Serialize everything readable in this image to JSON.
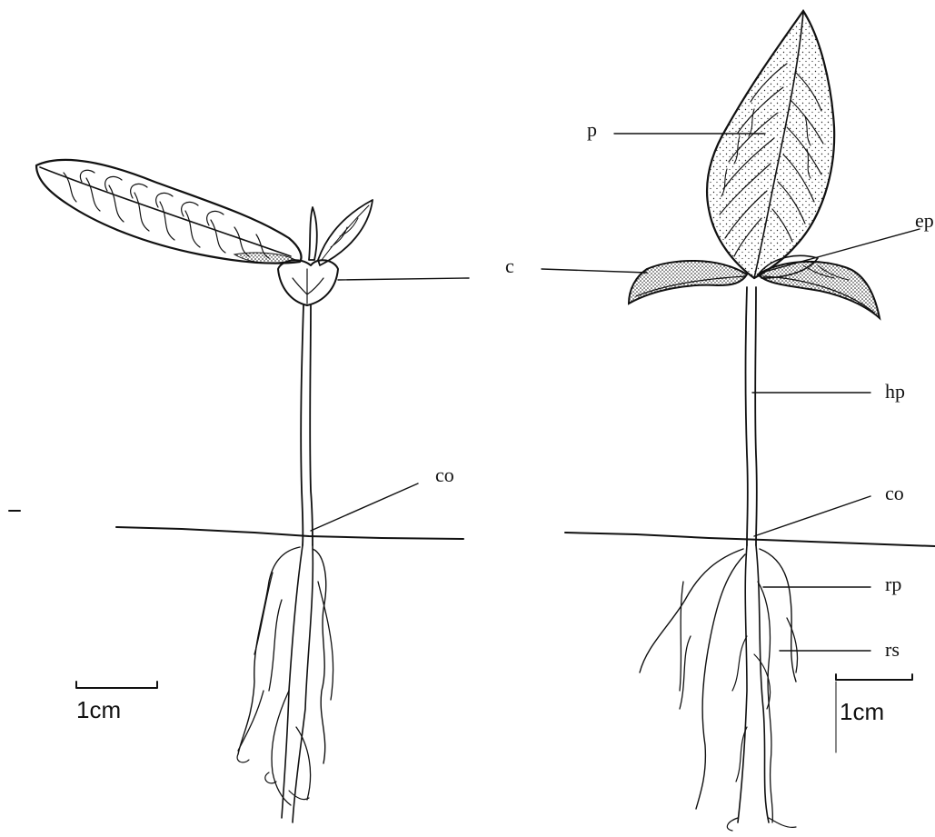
{
  "diagram": {
    "labels": {
      "p": "p",
      "ep": "ep",
      "c": "c",
      "hp": "hp",
      "co_left": "co",
      "co_right": "co",
      "rp": "rp",
      "rs": "rs"
    },
    "scale_bars": {
      "left": "1cm",
      "right": "1cm"
    }
  }
}
